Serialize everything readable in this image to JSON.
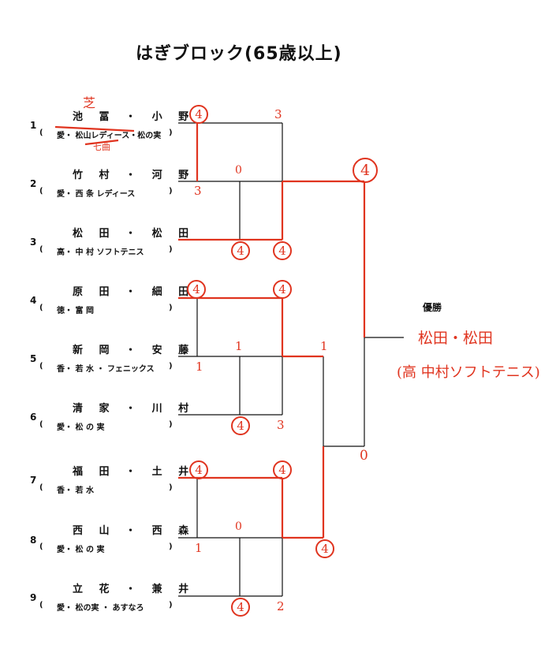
{
  "title": "はぎブロック(65歳以上)",
  "entries": [
    {
      "no": "1",
      "names": "池 冨 ・ 小 野",
      "club": "愛・ 松山レディース・松の実"
    },
    {
      "no": "2",
      "names": "竹 村 ・ 河 野",
      "club": "愛・ 西 条 レディース"
    },
    {
      "no": "3",
      "names": "松 田 ・ 松 田",
      "club": "高・ 中 村 ソフトテニス"
    },
    {
      "no": "4",
      "names": "原 田 ・ 細 田",
      "club": "徳・ 富 岡"
    },
    {
      "no": "5",
      "names": "新 岡 ・ 安 藤",
      "club": "香・ 若 水 ・ フェニックス"
    },
    {
      "no": "6",
      "names": "清 家 ・ 川 村",
      "club": "愛・ 松 の 実"
    },
    {
      "no": "7",
      "names": "福 田 ・ 土 井",
      "club": "香・ 若 水"
    },
    {
      "no": "8",
      "names": "西 山 ・ 西 森",
      "club": "愛・ 松 の 実"
    },
    {
      "no": "9",
      "names": "立 花 ・ 兼 井",
      "club": "愛・ 松の実 ・ あすなろ"
    }
  ],
  "paren_open": "(",
  "paren_close": ")",
  "winner_label": "優勝",
  "handwritten": {
    "entry1_correction_top": "芝",
    "entry1_correction_bottom": "七曲",
    "scores": {
      "m1_top": "4",
      "m1_bottom": "3",
      "m2_top": "0",
      "m2_bottom": "3",
      "m3_top": "4",
      "m3_bottom": "4",
      "m4_top": "4",
      "m4_bottom": "4",
      "m5_top": "1",
      "m5_bottom": "1",
      "m6_top": "4",
      "m6_bottom": "3",
      "m7_top": "4",
      "m7_bottom": "4",
      "m8_top": "0",
      "m8_bottom": "1",
      "m9_top": "4",
      "m9_bottom": "2",
      "m10_top": "1",
      "m10_bottom": "4",
      "final_top": "4",
      "final_bottom": "0"
    },
    "champion_names": "松田・松田",
    "champion_club": "(高 中村ソフトテニス)"
  },
  "colors": {
    "ink": "#111111",
    "red": "#e0341f"
  }
}
